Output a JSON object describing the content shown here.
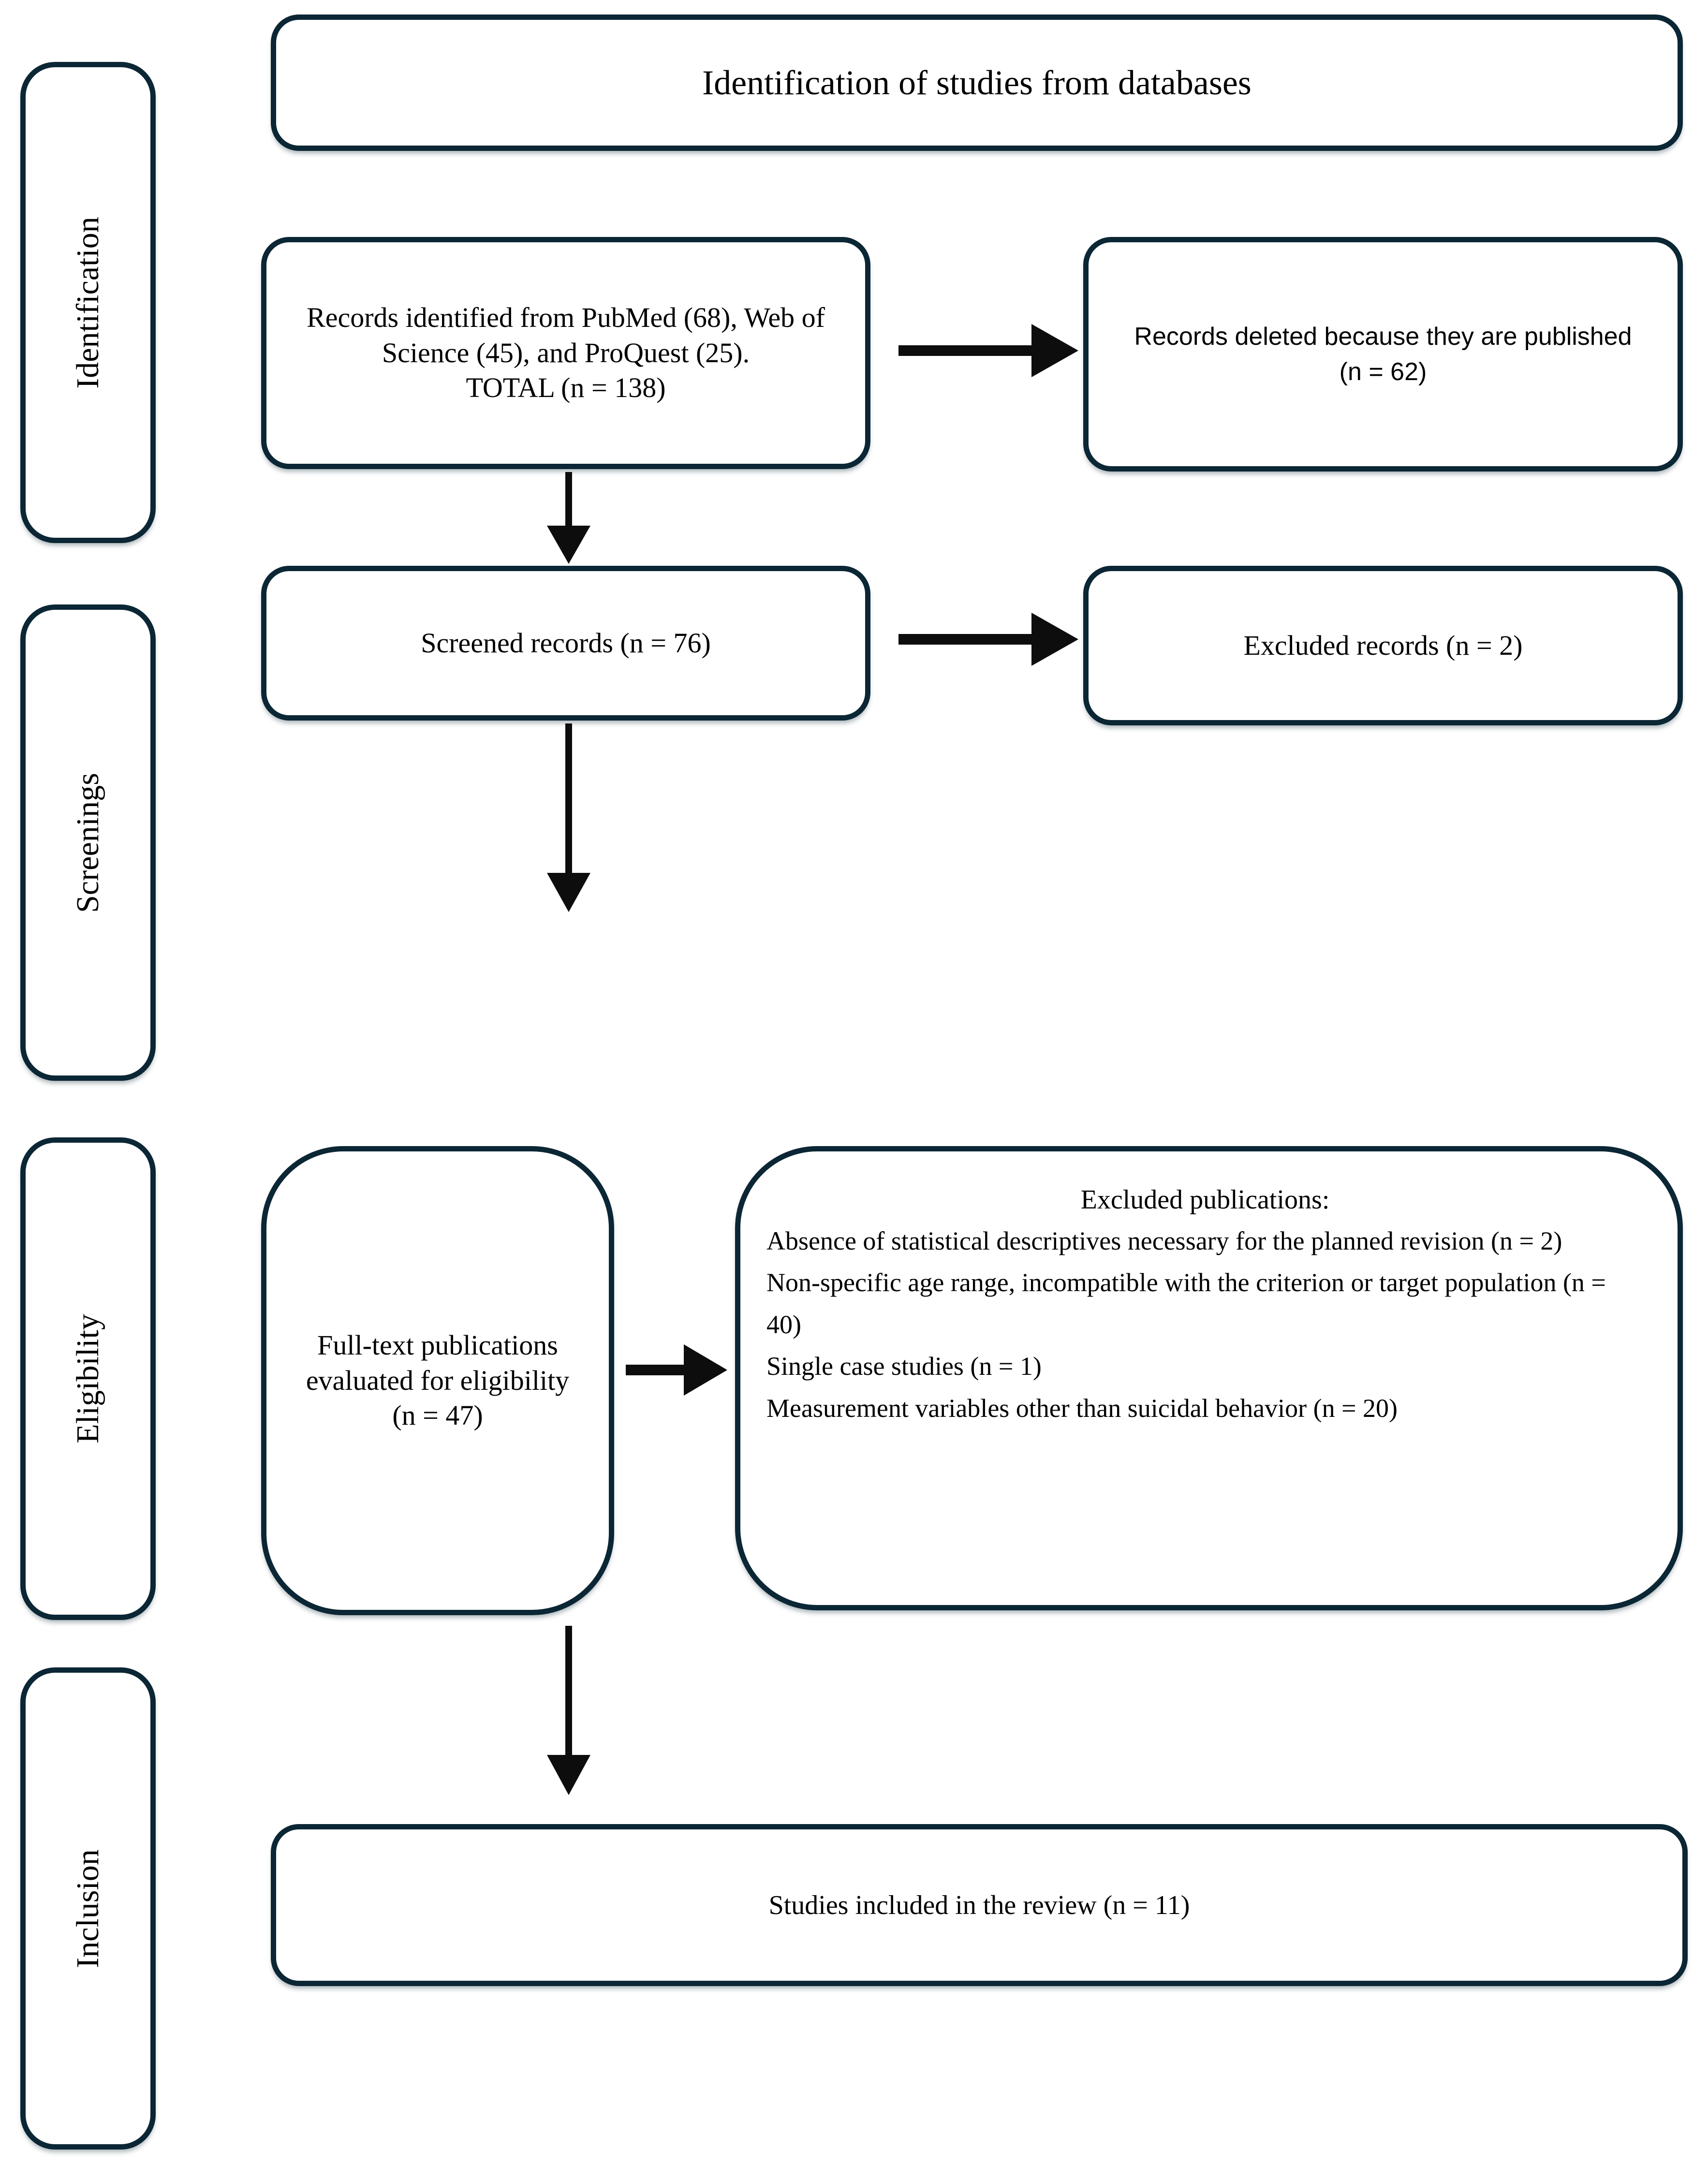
{
  "title": "Identification of studies from databases",
  "sidebar": {
    "stages": [
      {
        "label": "Identification"
      },
      {
        "label": "Screenings"
      },
      {
        "label": "Eligibility"
      },
      {
        "label": "Inclusion"
      }
    ]
  },
  "flow": {
    "identified": {
      "body": "Records identified from PubMed (68), Web of Science (45), and ProQuest (25).",
      "total": "TOTAL  (n = 138)"
    },
    "deleted": {
      "label": "Records deleted because they are published (n = 62)"
    },
    "screened": {
      "label": "Screened records (n = 76)"
    },
    "excluded_records": {
      "label": "Excluded records (n = 2)"
    },
    "fulltext": {
      "label": "Full-text publications evaluated for eligibility (n = 47)"
    },
    "excluded_publications": {
      "heading": "Excluded publications:",
      "reasons": [
        "Absence of statistical descriptives necessary for the planned revision (n = 2)",
        "Non-specific age range, incompatible with the criterion or target population (n = 40)",
        "Single case studies (n = 1)",
        "Measurement variables other than suicidal behavior (n = 20)"
      ]
    },
    "included": {
      "label": "Studies included in the review (n = 11)"
    }
  },
  "colors": {
    "box_border": "#0b2634",
    "arrow": "#0d0d0d",
    "text": "#000000",
    "background": "#ffffff"
  }
}
